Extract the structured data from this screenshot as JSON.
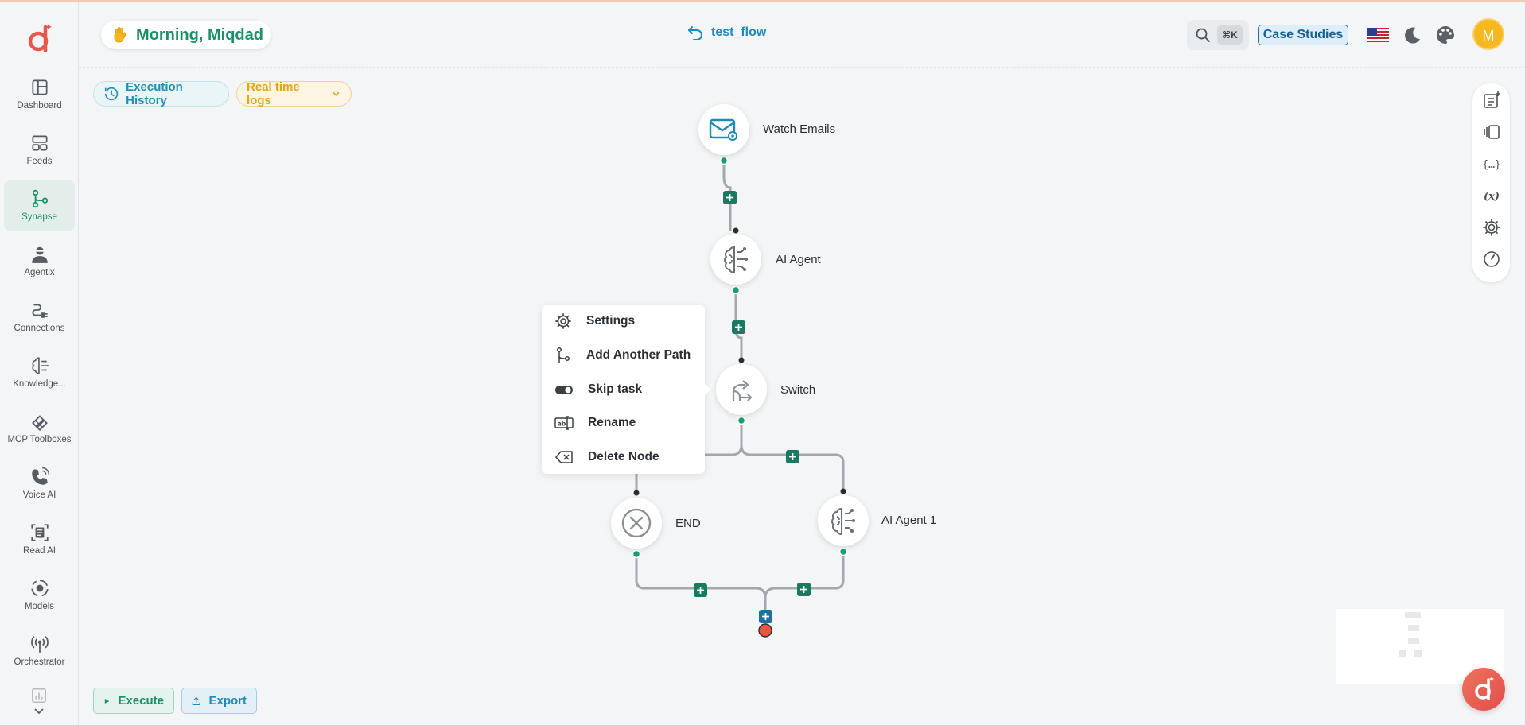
{
  "app": {
    "brand_color": "#1a8f68",
    "accent_blue": "#1f89b8"
  },
  "header": {
    "greeting": "Morning, Miqdad",
    "greeting_icon": "waving-hand-icon",
    "flow_title": "test_flow",
    "search_shortcut": "⌘K",
    "case_studies": "Case Studies",
    "avatar_initial": "M"
  },
  "sidebar": {
    "items": [
      {
        "label": "Dashboard",
        "icon": "dashboard-icon"
      },
      {
        "label": "Feeds",
        "icon": "feeds-icon"
      },
      {
        "label": "Synapse",
        "icon": "synapse-icon",
        "active": true
      },
      {
        "label": "Agentix",
        "icon": "agent-icon"
      },
      {
        "label": "Connections",
        "icon": "plug-icon"
      },
      {
        "label": "Knowledge...",
        "icon": "brain-icon"
      },
      {
        "label": "MCP Toolboxes",
        "icon": "toolbox-icon"
      },
      {
        "label": "Voice AI",
        "icon": "phone-icon"
      },
      {
        "label": "Read AI",
        "icon": "document-scan-icon"
      },
      {
        "label": "Models",
        "icon": "models-icon"
      },
      {
        "label": "Orchestrator",
        "icon": "broadcast-icon"
      }
    ]
  },
  "canvas": {
    "execution_history": "Execution History",
    "realtime_logs": "Real time logs",
    "nodes": {
      "watch_emails": "Watch Emails",
      "ai_agent": "AI Agent",
      "switch": "Switch",
      "end": "END",
      "ai_agent_1": "AI Agent 1"
    },
    "context_menu": {
      "settings": "Settings",
      "add_path": "Add Another Path",
      "skip_task": "Skip task",
      "rename": "Rename",
      "delete_node": "Delete Node"
    }
  },
  "footer": {
    "execute": "Execute",
    "export": "Export"
  }
}
